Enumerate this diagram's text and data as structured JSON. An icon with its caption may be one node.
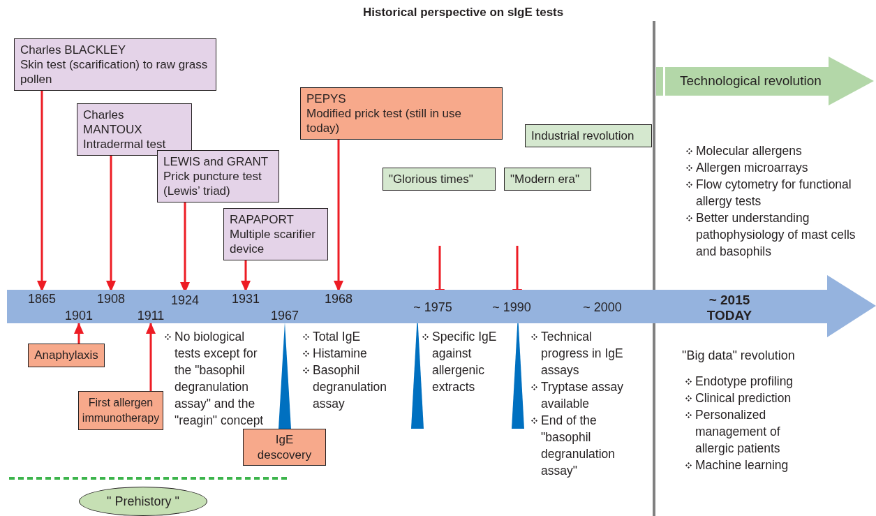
{
  "diagram": {
    "title": "Historical perspective on sIgE tests",
    "nodes": [
      {
        "text": [
          "Charles BLACKLEY",
          "Skin test (scarification) to raw grass pollen"
        ]
      },
      {
        "text": [
          "Charles MANTOUX",
          "Intradermal test"
        ]
      },
      {
        "text": [
          "LEWIS and GRANT",
          "Prick puncture test (Lewis’ triad)"
        ]
      },
      {
        "text": [
          "RAPAPORT",
          "Multiple scarifier device"
        ]
      },
      {
        "text": [
          "PEPYS",
          "Modified prick test (still in use today)"
        ]
      },
      {
        "text": [
          "\"Glorious times\""
        ]
      },
      {
        "text": [
          "\"Modern era\""
        ]
      },
      {
        "text": [
          "Industrial revolution"
        ]
      },
      {
        "text": [
          "Technological revolution"
        ]
      },
      {
        "text": [
          "~ 2015 TODAY"
        ]
      },
      {
        "text": [
          "1865"
        ],
        "in": 9
      },
      {
        "text": [
          "1901"
        ],
        "in": 9
      },
      {
        "text": [
          "1908"
        ],
        "in": 9
      },
      {
        "text": [
          "1911"
        ],
        "in": 9
      },
      {
        "text": [
          "1924"
        ],
        "in": 9
      },
      {
        "text": [
          "1931"
        ],
        "in": 9
      },
      {
        "text": [
          "1967"
        ],
        "in": 9
      },
      {
        "text": [
          "1968"
        ],
        "in": 9
      },
      {
        "text": [
          "~ 1975"
        ],
        "in": 9
      },
      {
        "text": [
          "~ 1990"
        ],
        "in": 9
      },
      {
        "text": [
          "~ 2000"
        ],
        "in": 9
      },
      {
        "text": [
          "Anaphylaxis"
        ]
      },
      {
        "text": [
          "First allergen immunotherapy"
        ]
      },
      {
        "text": [
          "IgE descovery"
        ]
      },
      {
        "text": [
          "\" Prehistory \""
        ]
      }
    ],
    "edges": [
      {
        "from": 0,
        "to": 10,
        "arrow": "to"
      },
      {
        "from": 1,
        "to": 12,
        "arrow": "to"
      },
      {
        "from": 2,
        "to": 14,
        "arrow": "to"
      },
      {
        "from": 3,
        "to": 15,
        "arrow": "to"
      },
      {
        "from": 4,
        "to": 17,
        "arrow": "to"
      },
      {
        "from": null,
        "to": 18,
        "arrow": "to"
      },
      {
        "from": null,
        "to": 19,
        "arrow": "to"
      },
      {
        "from": 21,
        "to": 11,
        "arrow": "to"
      },
      {
        "from": 22,
        "to": 13,
        "arrow": "to"
      },
      {
        "from": 23,
        "to": 16,
        "arrow": "to",
        "style": "thick",
        "color": "#0070c0"
      },
      {
        "from": null,
        "to": 18,
        "arrow": "to",
        "style": "thick",
        "color": "#0070c0"
      },
      {
        "from": null,
        "to": 19,
        "arrow": "to",
        "style": "thick",
        "color": "#0070c0"
      }
    ],
    "labels": [
      "No biological tests except for the \"basophil degranulation assay\" and the \"reagin\" concept",
      "Total IgE",
      "Histamine",
      "Basophil degranulation assay",
      "Specific IgE against allergenic extracts",
      "Technical progress in IgE assays",
      "Tryptase assay available",
      "End of the \"basophil degranulation assay\"",
      "Molecular allergens",
      "Allergen microarrays",
      "Flow cytometry for functional allergy tests",
      "Better understanding pathophysiology of mast cells and basophils",
      "\"Big data\" revolution",
      "Endotype profiling",
      "Clinical prediction",
      "Personalized management of allergic patients",
      "Machine learning"
    ]
  }
}
